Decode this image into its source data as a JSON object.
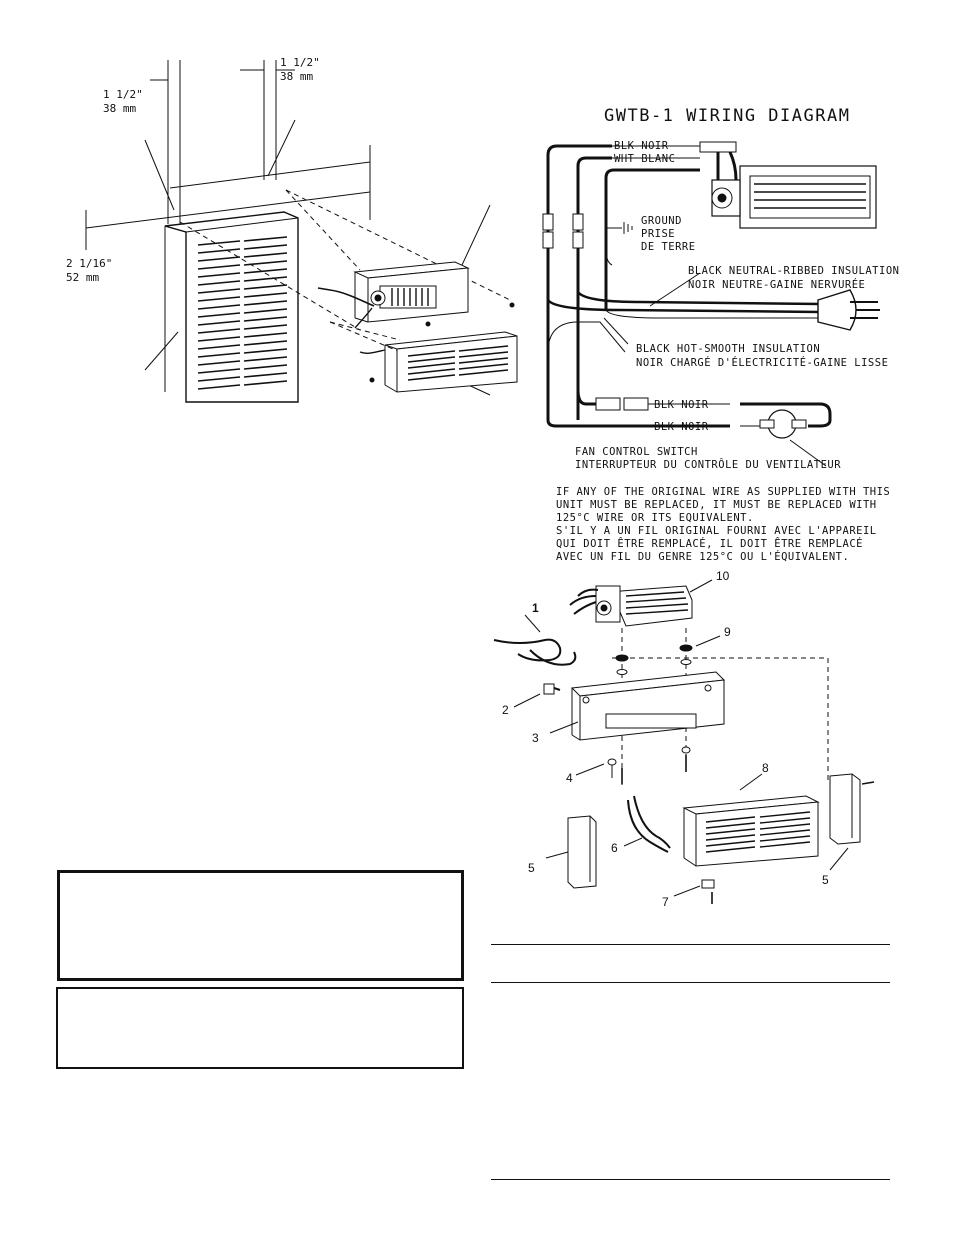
{
  "install_figure": {
    "dim_top_left": "1 1/2\"",
    "dim_top_left_mm": "38 mm",
    "dim_top_right": "1 1/2\"",
    "dim_top_right_mm": "38 mm",
    "dim_side": "2 1/16\"",
    "dim_side_mm": "52 mm"
  },
  "wiring": {
    "title": "GWTB-1 WIRING DIAGRAM",
    "blk_noir": "BLK  NOIR",
    "wht_blanc": "WHT  BLANC",
    "ground": [
      "GROUND",
      "PRISE",
      "DE TERRE"
    ],
    "neutral": [
      "BLACK NEUTRAL-RIBBED INSULATION",
      "NOIR NEUTRE-GAINE NERVURÉE"
    ],
    "hot": [
      "BLACK HOT-SMOOTH INSULATION",
      "NOIR CHARGÉ D'ÉLECTRICITÉ-GAINE LISSE"
    ],
    "blk_noir_1": "BLK  NOIR",
    "blk_noir_2": "BLK  NOIR",
    "fan_switch": [
      "FAN CONTROL SWITCH",
      "INTERRUPTEUR DU CONTRÔLE DU VENTILATEUR"
    ],
    "note": [
      "IF ANY OF THE ORIGINAL WIRE AS SUPPLIED WITH THIS",
      "UNIT MUST BE REPLACED, IT MUST BE REPLACED WITH",
      "125°C WIRE OR ITS EQUIVALENT.",
      "S'IL Y A UN FIL ORIGINAL FOURNI AVEC L'APPAREIL",
      "QUI DOIT ÊTRE REMPLACÉ, IL DOIT ÊTRE REMPLACÉ",
      "AVEC UN FIL DU GENRE 125°C OU L'ÉQUIVALENT."
    ]
  },
  "parts_callouts": [
    "1",
    "2",
    "3",
    "4",
    "5",
    "6",
    "5",
    "7",
    "8",
    "9",
    "10"
  ]
}
